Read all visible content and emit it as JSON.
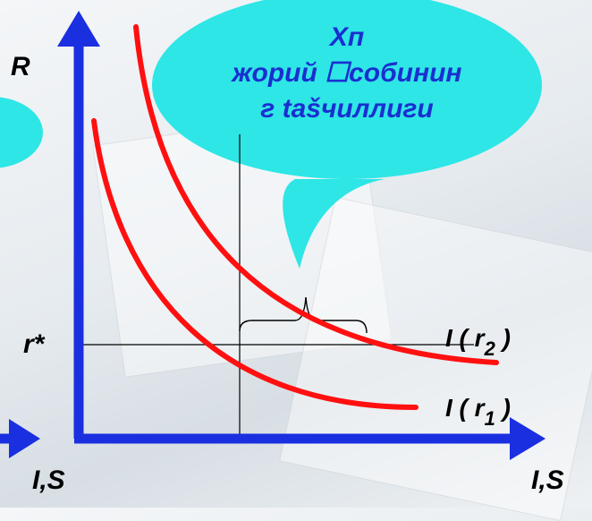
{
  "axis": {
    "y_label": "R",
    "x_label_left": "I,S",
    "x_label_right": "I,S",
    "r_star": "r*"
  },
  "curves": {
    "upper": {
      "label_main": "I ( r",
      "label_sub": "2",
      "label_end": " )"
    },
    "lower": {
      "label_main": "I ( r",
      "label_sub": "1",
      "label_end": " )"
    }
  },
  "callout": {
    "line1": "Хп",
    "line2": "жорий ☐собинин",
    "line3": "г tašчиллиги"
  },
  "colors": {
    "axis": "#1a2fe0",
    "curve": "#ff1010",
    "bubble": "#2ee6e6",
    "callout_text": "#1a2fd0"
  }
}
